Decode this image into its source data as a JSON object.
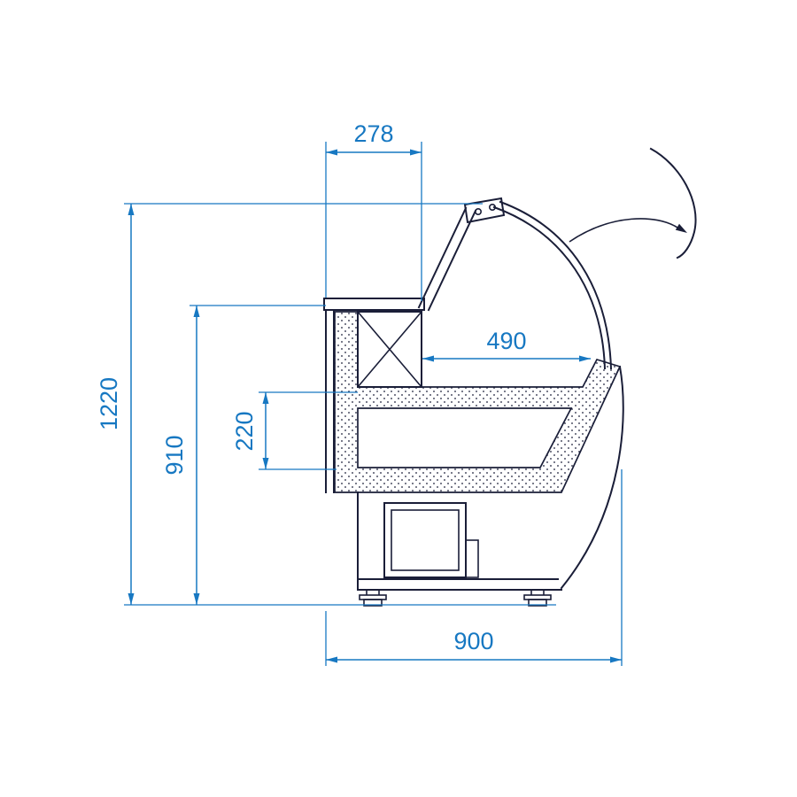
{
  "drawing": {
    "colors": {
      "dimension_blue": "#1778c2",
      "outline_dark": "#1a1e38",
      "background": "#ffffff"
    },
    "dimensions": {
      "d278": {
        "value": "278"
      },
      "d1220": {
        "value": "1220"
      },
      "d910": {
        "value": "910"
      },
      "d220": {
        "value": "220"
      },
      "d490": {
        "value": "490"
      },
      "d900": {
        "value": "900"
      }
    },
    "icons": {
      "opening_arrow": "curved-arrow-right"
    }
  }
}
